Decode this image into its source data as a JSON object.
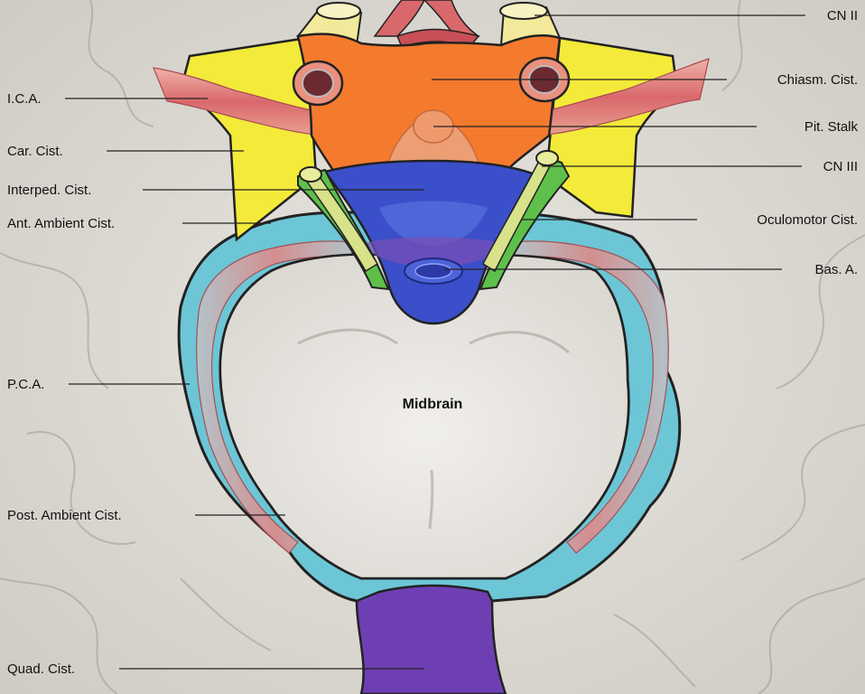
{
  "center_label": "Midbrain",
  "labels_left": [
    {
      "id": "ica",
      "text": "I.C.A."
    },
    {
      "id": "car-cist",
      "text": "Car. Cist."
    },
    {
      "id": "interped-cist",
      "text": "Interped. Cist."
    },
    {
      "id": "ant-ambient-cist",
      "text": "Ant. Ambient Cist."
    },
    {
      "id": "pca",
      "text": "P.C.A."
    },
    {
      "id": "post-ambient-cist",
      "text": "Post. Ambient Cist."
    },
    {
      "id": "quad-cist",
      "text": "Quad. Cist."
    }
  ],
  "labels_right": [
    {
      "id": "cn-ii",
      "text": "CN II"
    },
    {
      "id": "chiasm-cist",
      "text": "Chiasm. Cist."
    },
    {
      "id": "pit-stalk",
      "text": "Pit. Stalk"
    },
    {
      "id": "cn-iii",
      "text": "CN III"
    },
    {
      "id": "oculomotor-cist",
      "text": "Oculomotor Cist."
    },
    {
      "id": "bas-a",
      "text": "Bas. A."
    }
  ],
  "colors": {
    "chiasmatic_cistern": "#f47a2e",
    "carotid_cistern": "#f3ea3a",
    "interpeduncular_cistern": "#3a4fc9",
    "ambient_cistern": "#6cc6d6",
    "quadrigeminal_cistern": "#6e3fb3",
    "oculomotor_cistern": "#5ec04a",
    "artery": "#d9686c",
    "nerve": "#f2ea9a",
    "brain": "#dcd9d2"
  }
}
